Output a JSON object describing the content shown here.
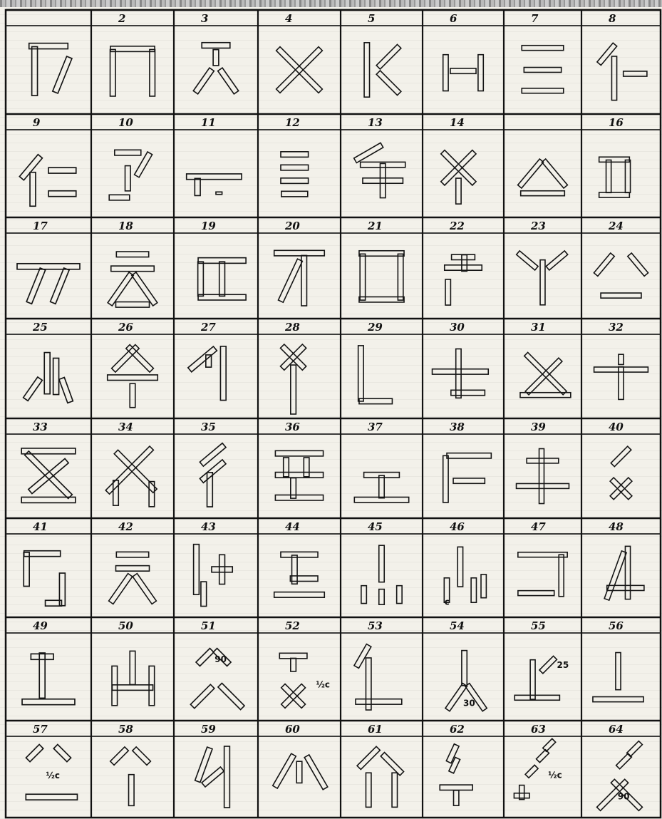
{
  "sheet": {
    "columns": 8,
    "rows": 8,
    "cell_numbers": [
      "",
      "2",
      "3",
      "4",
      "5",
      "6",
      "7",
      "8",
      "9",
      "10",
      "11",
      "12",
      "13",
      "14",
      "",
      "16",
      "17",
      "18",
      "19",
      "20",
      "21",
      "22",
      "23",
      "24",
      "25",
      "26",
      "27",
      "28",
      "29",
      "30",
      "31",
      "32",
      "33",
      "34",
      "35",
      "36",
      "37",
      "38",
      "39",
      "40",
      "41",
      "42",
      "43",
      "44",
      "45",
      "46",
      "47",
      "48",
      "49",
      "50",
      "51",
      "52",
      "53",
      "54",
      "55",
      "56",
      "57",
      "58",
      "59",
      "60",
      "61",
      "62",
      "63",
      "64"
    ],
    "annotations": {
      "51": "90",
      "52": "½c",
      "55": "25",
      "57": "½c",
      "63": "½c",
      "64": "90",
      "54": "30",
      "46": "c"
    }
  }
}
